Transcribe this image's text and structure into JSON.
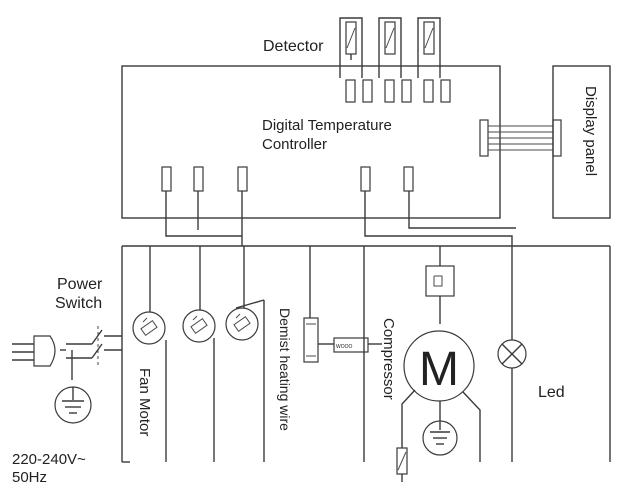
{
  "labels": {
    "detector": "Detector",
    "controller_line1": "Digital Temperature",
    "controller_line2": "Controller",
    "display_panel": "Display panel",
    "power_line1": "Power",
    "power_line2": "Switch",
    "fan_motor": "Fan Motor",
    "demist": "Demist heating wire",
    "compressor": "Compressor",
    "led": "Led",
    "voltage": "220-240V~",
    "frequency": "50Hz",
    "motor_symbol": "M",
    "relay_mark": "WOOO"
  },
  "icons": [
    "plug-icon",
    "switch-icon",
    "fan-icon",
    "ground-icon",
    "lamp-icon",
    "motor-icon",
    "resistor-icon",
    "thermistor-icon"
  ],
  "colors": {
    "line": "#3a3a3a",
    "text": "#222222",
    "background": "#ffffff"
  }
}
